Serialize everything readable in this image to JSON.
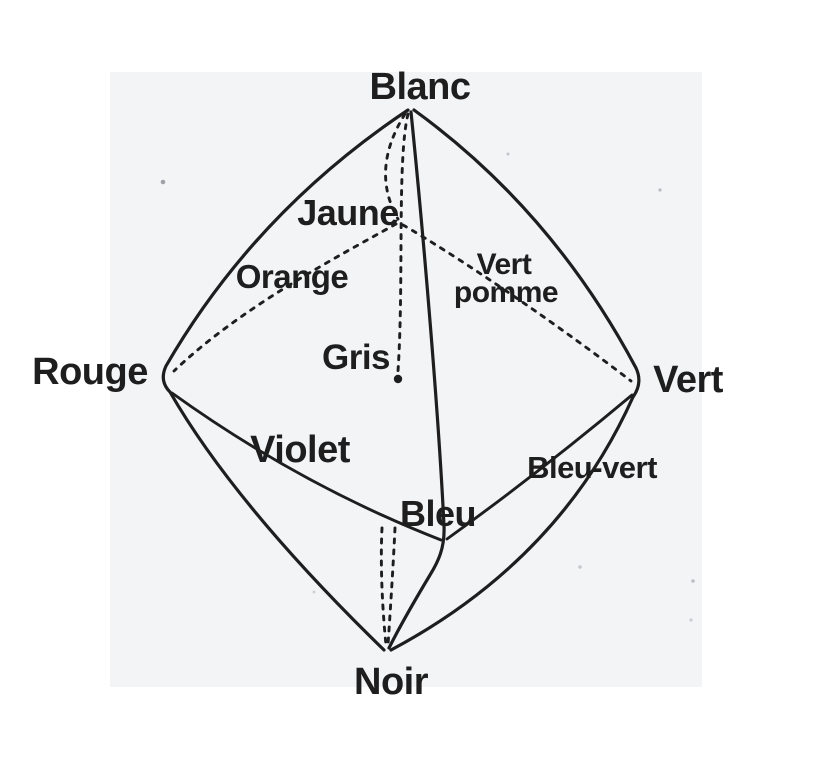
{
  "colors": {
    "ink": "#1e1e1e",
    "page": "#ffffff",
    "scan_area": "#f3f4f6",
    "speck": "#8f939b"
  },
  "labels": {
    "blanc": "Blanc",
    "jaune": "Jaune",
    "orange": "Orange",
    "vert_pomme_line1": "Vert",
    "vert_pomme_line2": "pomme",
    "rouge": "Rouge",
    "gris": "Gris",
    "vert": "Vert",
    "violet": "Violet",
    "bleu_vert": "Bleu-vert",
    "bleu": "Bleu",
    "noir": "Noir"
  },
  "structure": {
    "solid": "color octahedron (double cone)",
    "top_pole": "Blanc",
    "bottom_pole": "Noir",
    "equator_vertices": [
      "Rouge",
      "Jaune",
      "Vert",
      "Bleu"
    ],
    "center_point": "Gris",
    "intermediate_hues": {
      "rouge_jaune": "Orange",
      "jaune_vert": "Vert pomme",
      "rouge_bleu": "Violet",
      "bleu_vert": "Bleu-vert"
    }
  }
}
